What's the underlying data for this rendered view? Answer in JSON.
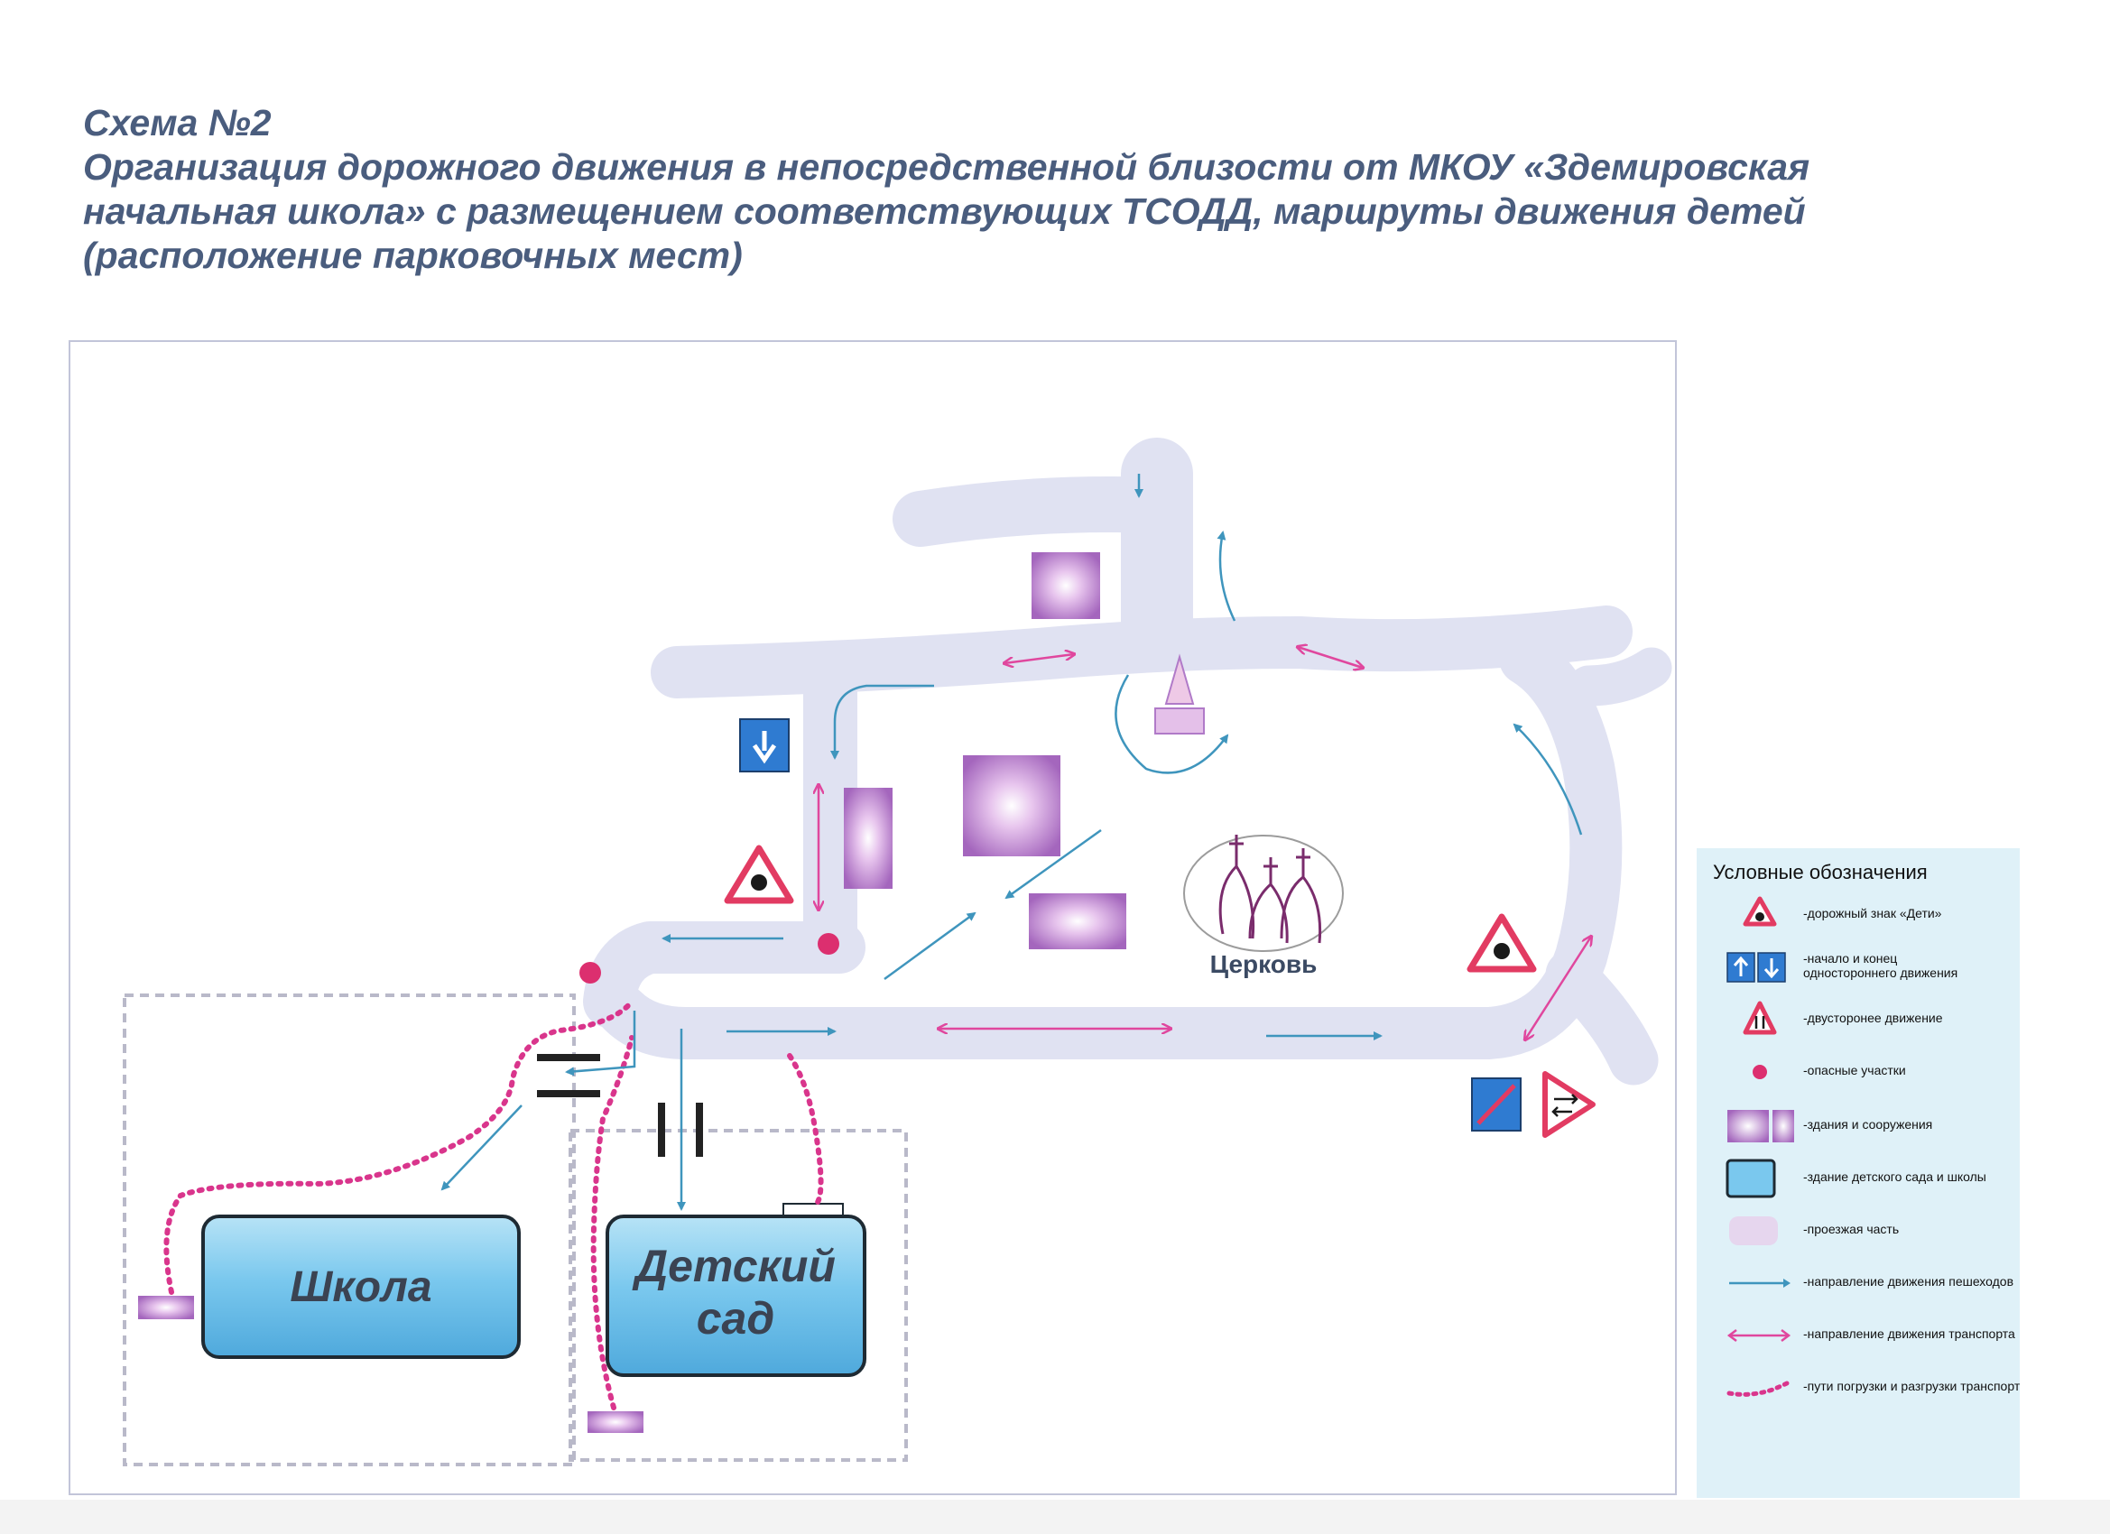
{
  "header": {
    "line1": "Схема №2",
    "line2": "Организация дорожного движения в непосредственной близости от МКОУ «Здемировская",
    "line3": "начальная школа» с размещением соответствующих ТСОДД, маршруты движения детей",
    "line4": "(расположение парковочных мест)"
  },
  "map": {
    "school_label": "Школа",
    "kindergarten_label_1": "Детский",
    "kindergarten_label_2": "сад",
    "church_label": "Церковь"
  },
  "legend": {
    "title": "Условные обозначения",
    "items": [
      {
        "text_1": "-дорожный знак «Дети»",
        "text_2": ""
      },
      {
        "text_1": "-начало и конец",
        "text_2": "одностороннего движения"
      },
      {
        "text_1": "-двусторонее движение",
        "text_2": ""
      },
      {
        "text_1": "-опасные участки",
        "text_2": ""
      },
      {
        "text_1": "-здания и сооружения",
        "text_2": ""
      },
      {
        "text_1": "-здание детского сада и школы",
        "text_2": ""
      },
      {
        "text_1": "-проезжая часть",
        "text_2": ""
      },
      {
        "text_1": "-направление движения пешеходов",
        "text_2": ""
      },
      {
        "text_1": "-направление движения транспорта",
        "text_2": ""
      },
      {
        "text_1": "-пути погрузки и разгрузки транспорта",
        "text_2": ""
      }
    ]
  },
  "colors": {
    "title_text": "#4a5d7e",
    "road": "#e0e2f2",
    "building": "#b07ac8",
    "school_fill": "#79c6ec",
    "pedestrian_arrow": "#3f95bd",
    "transport_arrow": "#e0479e",
    "loading_path": "#d9358c",
    "danger_point": "#dc2f6f",
    "legend_bg": "#dff1f8"
  },
  "icons": [
    "children-warning-sign-icon",
    "one-way-start-icon",
    "one-way-end-icon",
    "two-way-traffic-sign-icon",
    "church-domes-icon",
    "church-spire-icon",
    "danger-point-icon"
  ]
}
